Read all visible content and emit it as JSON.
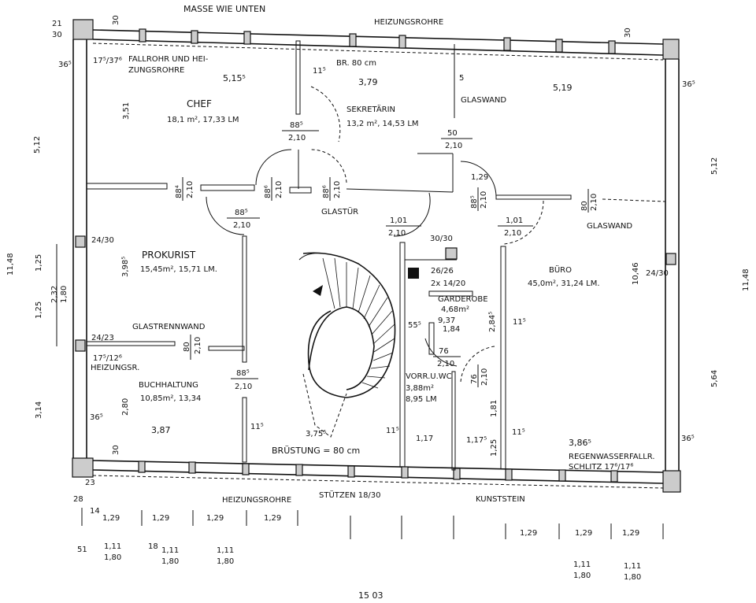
{
  "header": {
    "note": "MASSE WIE UNTEN",
    "top_pipes": "HEIZUNGSROHRE"
  },
  "rooms": {
    "chef": {
      "name": "CHEF",
      "area": "18,1 m², 17,33 LM",
      "width": "5,15⁵",
      "height": "3,51"
    },
    "sekretaerin": {
      "name": "SEKRETÄRIN",
      "area": "13,2 m², 14,53 LM",
      "width": "3,79",
      "opening": "BR. 80 cm"
    },
    "prokurist": {
      "name": "PROKURIST",
      "area": "15,45m², 15,71 LM.",
      "height": "3,98⁵"
    },
    "buchhaltung": {
      "name": "BUCHHALTUNG",
      "area": "10,85m², 13,34",
      "width": "3,87",
      "height": "2,80"
    },
    "buero": {
      "name": "BÜRO",
      "area": "45,0m², 31,24 LM.",
      "width": "3,86⁵",
      "height": "10,46",
      "depth": "5,64"
    },
    "garderobe": {
      "name": "GARDEROBE",
      "area": "4,68m²",
      "lm": "9,37",
      "dim": "1,84",
      "height": "2,84⁵"
    },
    "wc": {
      "name": "VORR.U.WC",
      "area": "3,88m²",
      "lm": "8,95 LM"
    },
    "top_right": {
      "width": "5,19"
    }
  },
  "annotations": {
    "fallrohr_1": "FALLROHR UND HEI-",
    "fallrohr_2": "ZUNGSROHRE",
    "fallrohr_dim": "17⁵/37⁶",
    "glaswand_1": "GLASWAND",
    "glaswand_2": "GLASWAND",
    "glastuer": "GLASTÜR",
    "glastrennwand": "GLASTRENNWAND",
    "heizungsr": "HEIZUNGSR.",
    "heizungsr_dim": "17⁵/12⁶",
    "bruestung": "BRÜSTUNG = 80 cm",
    "stair_width": "3,75⁵",
    "regen_1": "REGENWASSERFALLR.",
    "regen_2": "SCHLITZ 17⁶/17⁶",
    "bottom_pipes": "HEIZUNGSROHRE",
    "stuetzen": "STÜTZEN 18/30",
    "kunststein": "KUNSTSTEIN",
    "shaft_1": "26/26",
    "shaft_2": "2x 14/20",
    "col_1": "30/30",
    "col_2": "24/30",
    "col_3": "24/30",
    "col_4": "24/23",
    "plan_no": "15 03"
  },
  "doors": [
    {
      "w": "88⁵",
      "h": "2,10"
    },
    {
      "w": "88⁴",
      "h": "2,10"
    },
    {
      "w": "88⁵",
      "h": "2,10"
    },
    {
      "w": "88⁶",
      "h": "2,10"
    },
    {
      "w": "88⁶",
      "h": "2,10"
    },
    {
      "w": "50",
      "h": "2,10"
    },
    {
      "w": "88⁵",
      "h": "2,10"
    },
    {
      "w": "1,01",
      "h": "2,10"
    },
    {
      "w": "1,01",
      "h": "2,10"
    },
    {
      "w": "80",
      "h": "2,10"
    },
    {
      "w": "80",
      "h": "2,10"
    },
    {
      "w": "88⁵",
      "h": "2,10"
    },
    {
      "w": "76",
      "h": "2,10"
    },
    {
      "w": "76",
      "h": "2,10"
    }
  ],
  "dimensions": {
    "left_upper": "5,12",
    "right_upper": "5,12",
    "left_total": "11,48",
    "right_total": "11,48",
    "left_lower": "3,14",
    "left_window_1": "1,25",
    "left_window_2": "1,25",
    "left_window_3": "2,32",
    "left_window_4": "1,80",
    "wall_36_1": "36⁵",
    "wall_36_2": "36⁵",
    "wall_36_3": "36⁵",
    "wall_36_4": "36⁵",
    "top_30_1": "30",
    "top_30_2": "30",
    "bottom_30": "30",
    "wall_11_1": "11⁵",
    "wall_11_2": "11⁵",
    "wall_11_3": "11⁵",
    "wall_11_4": "11⁵",
    "wall_11_5": "11⁵",
    "wall_5": "5",
    "core_55": "55⁵",
    "core_129": "1,29",
    "wc_117_1": "1,17",
    "wc_117_2": "1,17⁵",
    "wc_125": "1,25",
    "wc_181": "1,81",
    "bottom_row_1": [
      "1,29",
      "1,29",
      "1,29",
      "1,29",
      "1,29",
      "1,29",
      "1,29"
    ],
    "bottom_row_2": [
      {
        "a": "1,11",
        "b": "1,80"
      },
      {
        "a": "1,11",
        "b": "1,80"
      },
      {
        "a": "1,11",
        "b": "1,80"
      },
      {
        "a": "1,11",
        "b": "1,80"
      },
      {
        "a": "1,11",
        "b": "1,80"
      }
    ],
    "small": [
      "21",
      "30",
      "28",
      "23",
      "14",
      "18",
      "51"
    ]
  }
}
